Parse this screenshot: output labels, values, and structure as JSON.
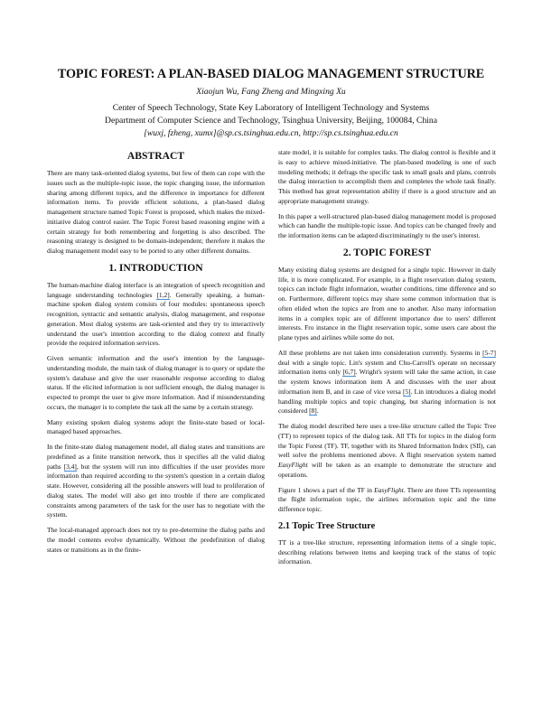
{
  "title": "TOPIC FOREST: A PLAN-BASED DIALOG MANAGEMENT STRUCTURE",
  "authors": "Xiaojun Wu, Fang Zheng and Mingxing Xu",
  "affiliation": [
    "Center of Speech Technology, State Key Laboratory of Intelligent Technology and Systems",
    "Department of Computer Science and Technology, Tsinghua University, Beijing, 100084, China",
    "[wuxj, fzheng, xumx]@sp.cs.tsinghua.edu.cn, http://sp.cs.tsinghua.edu.cn"
  ],
  "columns": [
    [
      {
        "type": "h2",
        "text": "ABSTRACT"
      },
      {
        "type": "p",
        "segs": [
          {
            "t": "There are many task-oriented dialog systems, but few of them can cope with the issues such as the multiple-topic issue, the topic changing issue, the information sharing among different topics, and the difference in importance for different information items. To provide efficient solutions, a plan-based dialog management structure named Topic Forest is proposed, which makes the mixed-initiative dialog control easier. The Topic Forest based reasoning engine with a certain strategy for both remembering and forgetting is also described. The reasoning strategy is designed to be domain-independent; therefore it makes the dialog management model easy to be ported to any other different domains."
          }
        ]
      },
      {
        "type": "h2",
        "text": "1.  INTRODUCTION"
      },
      {
        "type": "p",
        "segs": [
          {
            "t": "The human-machine dialog interface is an integration of speech recognition and language understanding technologies "
          },
          {
            "t": "[1,2]",
            "cite": true
          },
          {
            "t": ". Generally speaking, a human-machine spoken dialog system consists of four modules: spontaneous speech recognition, syntactic and semantic analysis, dialog management, and response generation. Most dialog systems are task-oriented and they try to interactively understand the user's intention according to the dialog context and finally provide the required information services."
          }
        ]
      },
      {
        "type": "p",
        "segs": [
          {
            "t": "Given semantic information and the user's intention by the language-understanding module, the main task of dialog manager is to query or update the system's database and give the user reasonable response according to dialog status. If the elicited information is not sufficient enough, the dialog manager is expected to prompt the user to give more information. And if misunderstanding occurs, the manager is to complete the task all the same by a certain strategy."
          }
        ]
      },
      {
        "type": "p",
        "segs": [
          {
            "t": "Many existing spoken dialog systems adopt the finite-state based or local-managed based approaches."
          }
        ]
      },
      {
        "type": "p",
        "segs": [
          {
            "t": "In the finite-state dialog management model, all dialog states and transitions are predefined as a finite transition network, thus it specifies all the valid dialog paths "
          },
          {
            "t": "[3,4]",
            "cite": true
          },
          {
            "t": ", but the system will run into difficulties if the user provides more information than required according to the system's question in a certain dialog state. However, considering all the possible answers will lead to proliferation of dialog states. The model will also get into trouble if there are complicated constraints among parameters of the task for the user has to negotiate with the system."
          }
        ]
      },
      {
        "type": "p",
        "segs": [
          {
            "t": "The local-managed approach does not try to pre-determine the dialog paths and the model contents evolve dynamically. Without the predefinition of dialog states or transitions as in the finite-"
          }
        ]
      }
    ],
    [
      {
        "type": "p",
        "segs": [
          {
            "t": "state model, it is suitable for complex tasks. The dialog control is flexible and it is easy to achieve mixed-initiative. The plan-based modeling is one of such modeling methods; it defrags the specific task to small goals and plans, controls the dialog interaction to accomplish them and completes the whole task finally. This method has great representation ability if there is a good structure and an appropriate management strategy."
          }
        ]
      },
      {
        "type": "p",
        "segs": [
          {
            "t": "In this paper a well-structured plan-based dialog management model is proposed which can handle the multiple-topic issue. And topics can be changed freely and the information items can be adapted discriminatingly to the user's interest."
          }
        ]
      },
      {
        "type": "h2",
        "text": "2.  TOPIC FOREST"
      },
      {
        "type": "p",
        "segs": [
          {
            "t": "Many existing dialog systems are designed for a single topic. However in daily life, it is more complicated. For example, in a flight reservation dialog system, topics can include flight information, weather conditions, time difference and so on. Furthermore, different topics may share some common information that is often elided when the topics are from one to another. Also many information items in a complex topic are of different importance due to users' different interests. Fro instance in the flight reservation topic, some users care about the plane types and airlines while some do not."
          }
        ]
      },
      {
        "type": "p",
        "segs": [
          {
            "t": "All these problems are not taken into consideration currently. Systems in "
          },
          {
            "t": "[5-7]",
            "cite": true
          },
          {
            "t": " deal with a single topic. Lin's system and Chu-Carroll's operate on necessary information items only "
          },
          {
            "t": "[6,7]",
            "cite": true
          },
          {
            "t": ". Wright's system will take the same action, in case the system knows information item A and discusses with the user about information item B, and in case of vice versa "
          },
          {
            "t": "[5]",
            "cite": true
          },
          {
            "t": ". Lin introduces a dialog model handling multiple topics and topic changing, but sharing information is not considered "
          },
          {
            "t": "[8]",
            "cite": true
          },
          {
            "t": "."
          }
        ]
      },
      {
        "type": "p",
        "segs": [
          {
            "t": "The dialog model described here uses a tree-like structure called the Topic Tree (TT) to represent topics of the dialog task. All TTs for topics in the dialog form the Topic Forest (TF). TF, together with its Shared Information Index (SII), can well solve the problems mentioned above. A flight reservation system named "
          },
          {
            "t": "EasyFlight",
            "i": true
          },
          {
            "t": " will be taken as an example to demonstrate the structure and operations."
          }
        ]
      },
      {
        "type": "p",
        "segs": [
          {
            "t": "Figure 1 shows a part of the TF in "
          },
          {
            "t": "EasyFlight",
            "i": true
          },
          {
            "t": ". There are three TTs representing the flight information topic, the airlines information topic and the time difference topic."
          }
        ]
      },
      {
        "type": "h3",
        "text": "2.1  Topic Tree Structure"
      },
      {
        "type": "p",
        "segs": [
          {
            "t": "TT is a tree-like structure, representing information items of a single topic, describing relations between items and keeping track of the status of topic information."
          }
        ]
      }
    ]
  ]
}
